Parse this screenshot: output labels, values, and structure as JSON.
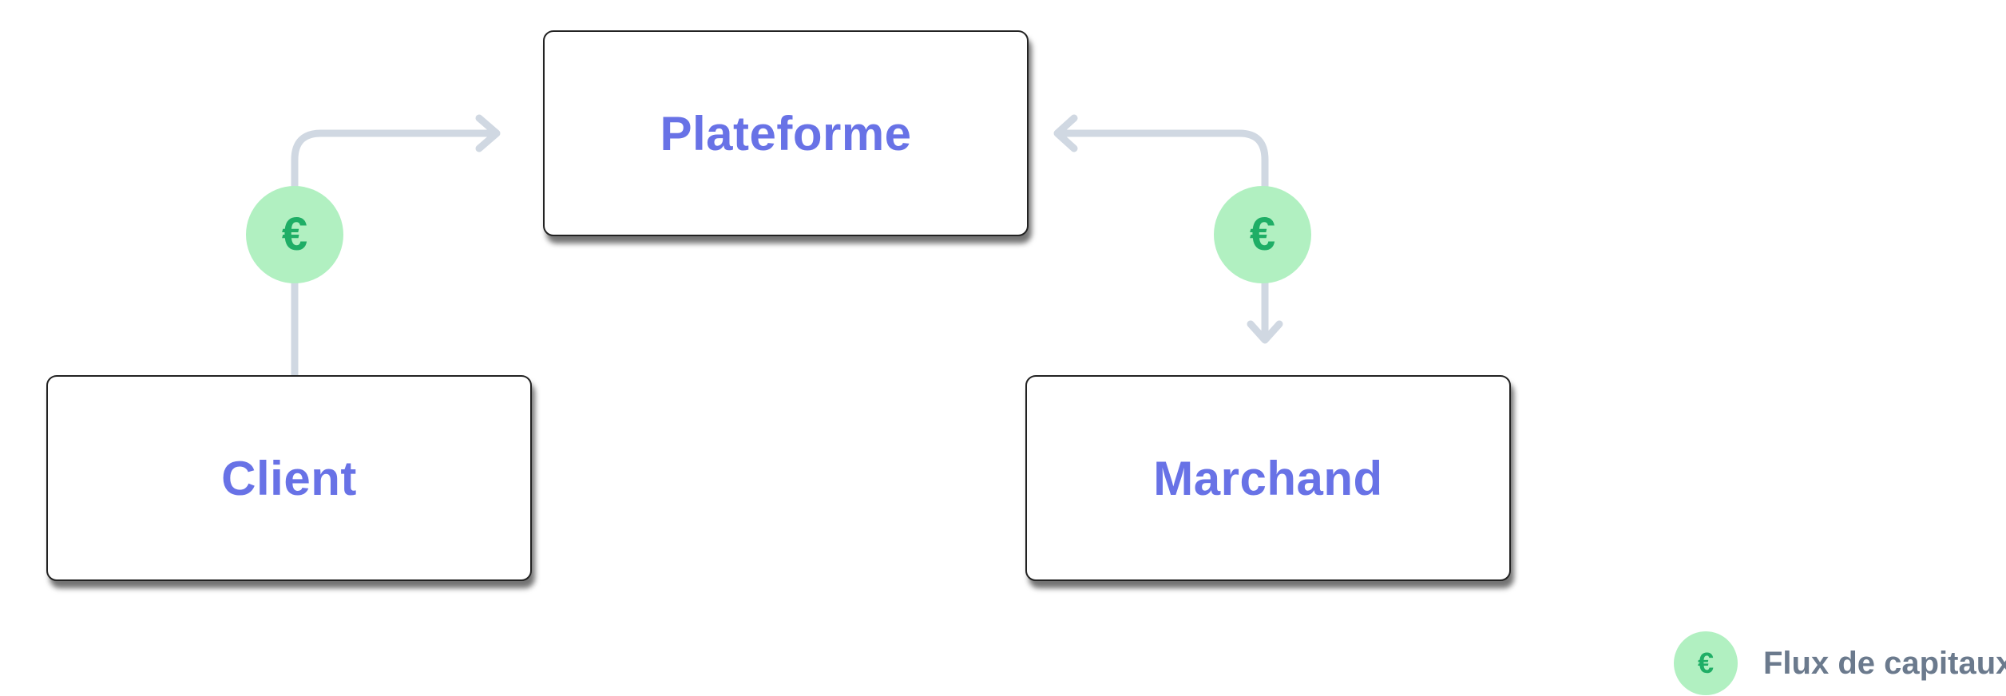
{
  "nodes": {
    "plateforme": "Plateforme",
    "client": "Client",
    "marchand": "Marchand"
  },
  "flows": [
    {
      "from": "client",
      "to": "plateforme",
      "symbol": "€"
    },
    {
      "from": "plateforme",
      "to": "marchand",
      "symbol": "€"
    }
  ],
  "legend": {
    "symbol": "€",
    "label": "Flux de capitaux"
  },
  "colors": {
    "node_text": "#6872e6",
    "connector": "#d0d8e2",
    "coin_fill": "#b1f0c1",
    "coin_symbol": "#1fae66",
    "legend_text": "#6b7a8d"
  },
  "icons": {
    "flow_marker": "euro-icon",
    "arrow": "arrow-head-icon"
  }
}
